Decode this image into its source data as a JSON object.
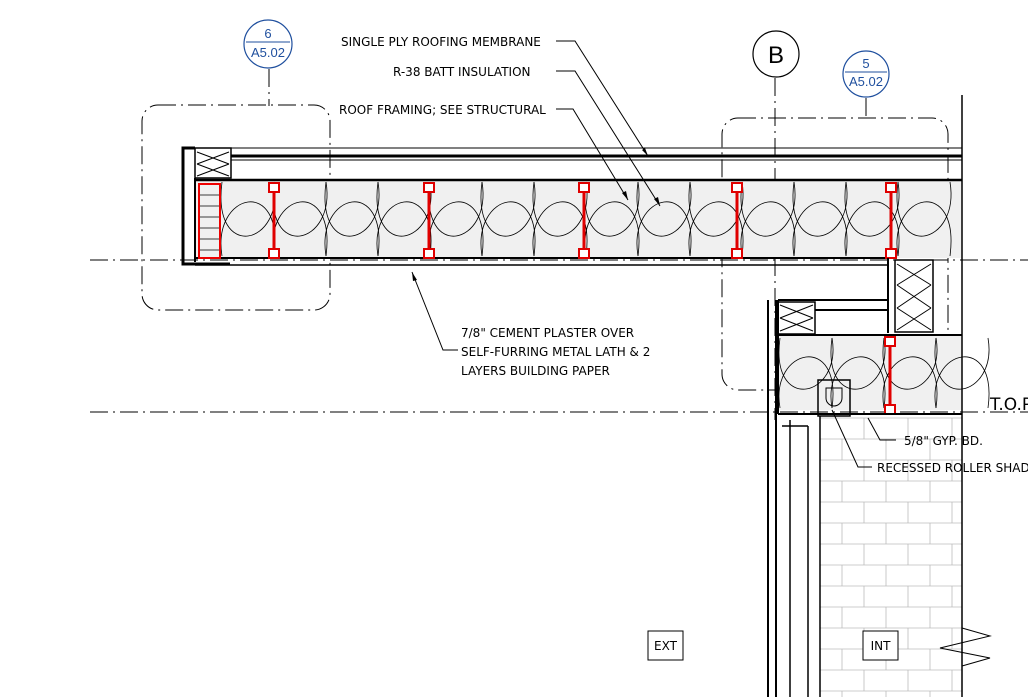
{
  "callouts": [
    {
      "number": "6",
      "sheet": "A5.02"
    },
    {
      "number": "5",
      "sheet": "A5.02"
    }
  ],
  "grid_bubble": {
    "label": "B"
  },
  "notes": {
    "membrane": "SINGLE PLY ROOFING MEMBRANE",
    "insulation": "R-38 BATT INSULATION",
    "framing": "ROOF FRAMING; SEE STRUCTURAL",
    "plaster_1": "7/8\" CEMENT PLASTER OVER",
    "plaster_2": "SELF-FURRING METAL LATH & 2",
    "plaster_3": "LAYERS BUILDING PAPER",
    "gyp": "5/8\" GYP. BD.",
    "shade": "RECESSED ROLLER SHADE",
    "top_of": "T.O.P."
  },
  "room_tags": {
    "ext": "EXT",
    "int": "INT"
  },
  "colors": {
    "callout": "#1f4f9e",
    "framing": "#e00000",
    "insulation_fill": "#f0f0f0"
  }
}
